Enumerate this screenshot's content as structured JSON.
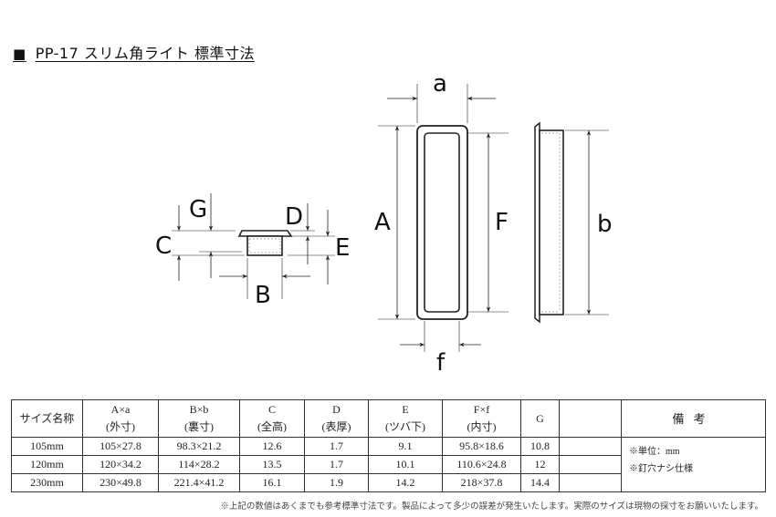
{
  "title": {
    "bullet": "■",
    "text": "PP-17 スリム角ライト 標準寸法"
  },
  "diagram_labels": {
    "G": "G",
    "C": "C",
    "D": "D",
    "E": "E",
    "B": "B",
    "a": "a",
    "A": "A",
    "F": "F",
    "f": "f",
    "b": "b"
  },
  "table": {
    "headers": [
      [
        "サイズ名称"
      ],
      [
        "A×a",
        "(外寸)"
      ],
      [
        "B×b",
        "(裏寸)"
      ],
      [
        "C",
        "(全高)"
      ],
      [
        "D",
        "(表厚)"
      ],
      [
        "E",
        "(ツバ下)"
      ],
      [
        "F×f",
        "(内寸)"
      ],
      [
        "G"
      ],
      [
        ""
      ]
    ],
    "remarks_header": "備考",
    "rows": [
      [
        "105mm",
        "105×27.8",
        "98.3×21.2",
        "12.6",
        "1.7",
        "9.1",
        "95.8×18.6",
        "10.8",
        ""
      ],
      [
        "120mm",
        "120×34.2",
        "114×28.2",
        "13.5",
        "1.7",
        "10.1",
        "110.6×24.8",
        "12",
        ""
      ],
      [
        "230mm",
        "230×49.8",
        "221.4×41.2",
        "16.1",
        "1.9",
        "14.2",
        "218×37.8",
        "14.4",
        ""
      ]
    ],
    "remarks": [
      "※単位：mm",
      "※釘穴ナシ仕様"
    ]
  },
  "footnote": "※上記の数値はあくまでも参考標準寸法です。製品によって多少の誤差が発生いたします。実際のサイズは現物の採寸をお願いいたします。"
}
